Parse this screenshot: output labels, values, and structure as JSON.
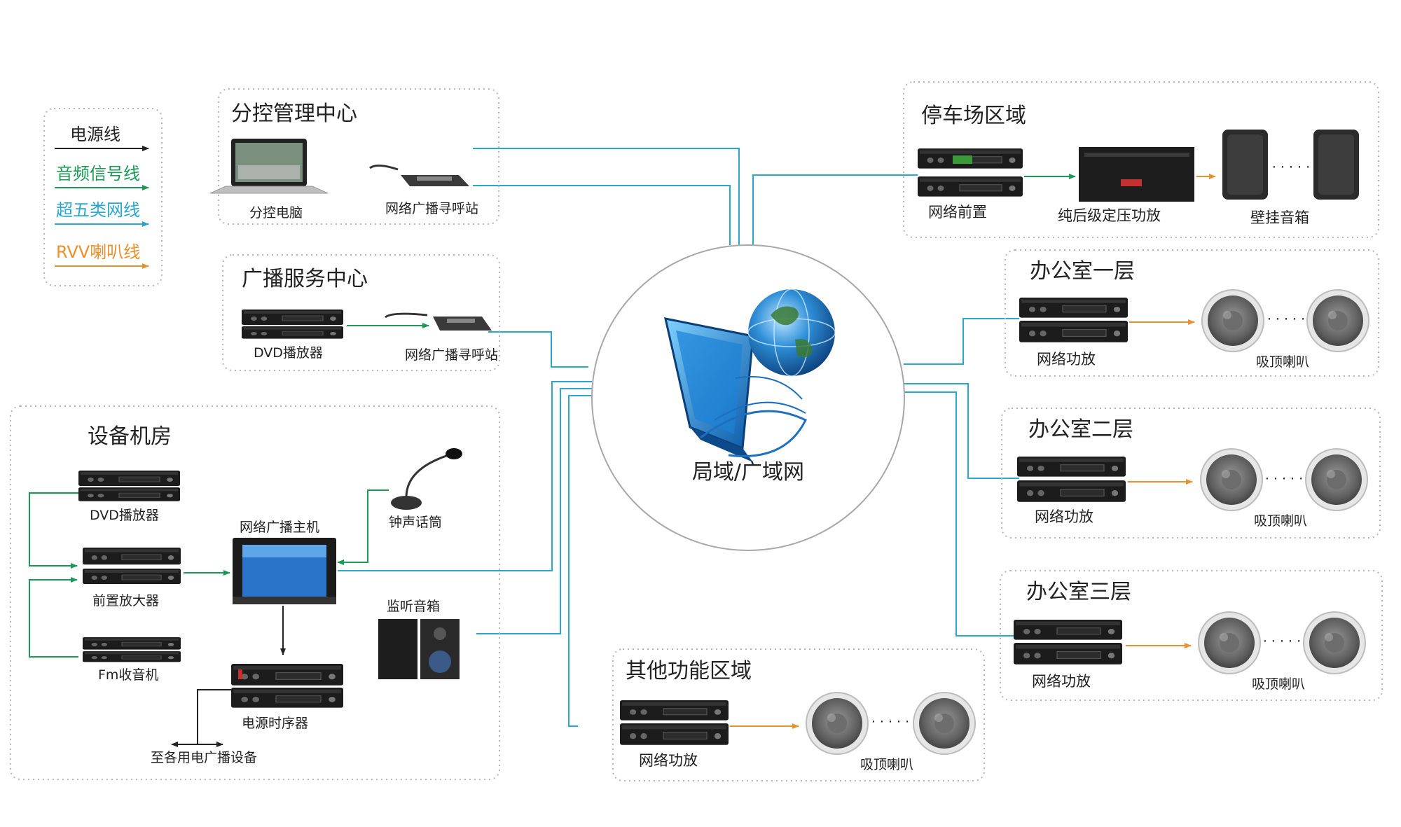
{
  "legend": {
    "power": "电源线",
    "audio": "音频信号线",
    "network": "超五类网线",
    "speaker": "RVV喇叭线"
  },
  "colors": {
    "power": "#222222",
    "audio": "#1a9a55",
    "network": "#2aa7cf",
    "speaker": "#e8912e",
    "border": "#b5b5b5"
  },
  "center": {
    "label": "局域/广域网"
  },
  "zones": {
    "sub_control": {
      "title": "分控管理中心",
      "pc": "分控电脑",
      "mic": "网络广播寻呼站"
    },
    "service": {
      "title": "广播服务中心",
      "dvd": "DVD播放器",
      "mic": "网络广播寻呼站"
    },
    "room": {
      "title": "设备机房",
      "dvd": "DVD播放器",
      "preamp": "前置放大器",
      "fm": "Fm收音机",
      "host": "网络广播主机",
      "chime": "钟声话筒",
      "monitor": "监听音箱",
      "sequencer": "电源时序器",
      "to_devices": "至各用电广播设备"
    },
    "parking": {
      "title": "停车场区域",
      "front": "网络前置",
      "amp": "纯后级定压功放",
      "speaker": "壁挂音箱"
    },
    "office1": {
      "title": "办公室一层",
      "amp": "网络功放",
      "speaker": "吸顶喇叭"
    },
    "office2": {
      "title": "办公室二层",
      "amp": "网络功放",
      "speaker": "吸顶喇叭"
    },
    "office3": {
      "title": "办公室三层",
      "amp": "网络功放",
      "speaker": "吸顶喇叭"
    },
    "other": {
      "title": "其他功能区域",
      "amp": "网络功放",
      "speaker": "吸顶喇叭"
    }
  }
}
